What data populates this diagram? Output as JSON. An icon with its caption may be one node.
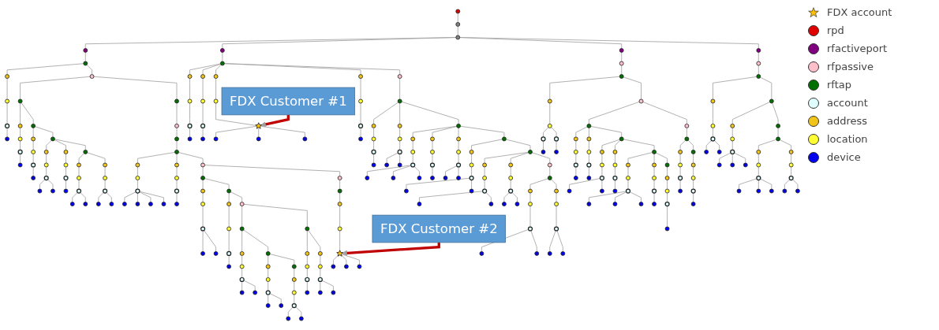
{
  "diagram": {
    "nodes": [
      {
        "text": [
          "FDX Customer #1"
        ]
      },
      {
        "text": [
          "FDX Customer #2"
        ]
      },
      {
        "text": [],
        "shape": "circle"
      },
      {
        "text": [],
        "shape": "circle"
      },
      {
        "text": [],
        "shape": "circle"
      },
      {
        "text": [],
        "shape": "circle"
      },
      {
        "text": [],
        "shape": "circle"
      },
      {
        "text": [],
        "shape": "circle"
      },
      {
        "text": [],
        "shape": "circle"
      },
      {
        "text": [],
        "shape": "circle"
      },
      {
        "text": [],
        "shape": "circle"
      },
      {
        "text": [],
        "shape": "circle"
      },
      {
        "text": [],
        "shape": "circle"
      },
      {
        "text": [],
        "shape": "circle"
      },
      {
        "text": [],
        "shape": "circle"
      },
      {
        "text": [],
        "shape": "circle"
      },
      {
        "text": [],
        "shape": "circle"
      },
      {
        "text": [],
        "shape": "circle"
      },
      {
        "text": [],
        "shape": "circle"
      },
      {
        "text": [],
        "shape": "circle"
      },
      {
        "text": [],
        "shape": "circle"
      },
      {
        "text": [],
        "shape": "circle"
      },
      {
        "text": [],
        "shape": "circle"
      },
      {
        "text": [],
        "shape": "circle"
      },
      {
        "text": [],
        "shape": "circle"
      },
      {
        "text": [],
        "shape": "circle"
      },
      {
        "text": [],
        "shape": "circle"
      },
      {
        "text": [],
        "shape": "circle"
      },
      {
        "text": [],
        "shape": "circle"
      },
      {
        "text": [],
        "shape": "circle"
      },
      {
        "text": [],
        "shape": "circle"
      },
      {
        "text": [],
        "shape": "circle"
      },
      {
        "text": [],
        "shape": "circle"
      },
      {
        "text": [],
        "shape": "circle"
      },
      {
        "text": [],
        "shape": "circle"
      },
      {
        "text": [],
        "shape": "circle"
      },
      {
        "text": [],
        "shape": "circle"
      },
      {
        "text": [],
        "shape": "circle"
      },
      {
        "text": [],
        "shape": "circle"
      },
      {
        "text": [],
        "shape": "circle"
      },
      {
        "text": [],
        "shape": "circle"
      },
      {
        "text": [],
        "shape": "circle"
      },
      {
        "text": [],
        "shape": "circle"
      },
      {
        "text": [],
        "shape": "circle"
      },
      {
        "text": [],
        "shape": "circle"
      },
      {
        "text": [],
        "shape": "circle"
      },
      {
        "text": [],
        "shape": "circle"
      },
      {
        "text": [],
        "shape": "circle"
      },
      {
        "text": [],
        "shape": "circle"
      },
      {
        "text": [],
        "shape": "circle"
      },
      {
        "text": [],
        "shape": "circle"
      },
      {
        "text": [],
        "shape": "circle"
      },
      {
        "text": [],
        "shape": "circle"
      },
      {
        "text": [],
        "shape": "circle"
      },
      {
        "text": [],
        "shape": "circle"
      },
      {
        "text": [],
        "shape": "circle"
      },
      {
        "text": [],
        "shape": "circle"
      },
      {
        "text": [],
        "shape": "circle"
      },
      {
        "text": [],
        "shape": "circle"
      },
      {
        "text": [],
        "shape": "circle"
      },
      {
        "text": [],
        "shape": "circle"
      },
      {
        "text": [],
        "shape": "circle"
      },
      {
        "text": [],
        "shape": "circle"
      },
      {
        "text": [],
        "shape": "circle"
      },
      {
        "text": [],
        "shape": "circle"
      },
      {
        "text": [],
        "shape": "circle"
      },
      {
        "text": [],
        "shape": "circle"
      },
      {
        "text": [],
        "shape": "circle"
      },
      {
        "text": [],
        "shape": "circle"
      },
      {
        "text": [],
        "shape": "circle"
      },
      {
        "text": [],
        "shape": "circle"
      },
      {
        "text": [],
        "shape": "circle"
      },
      {
        "text": [],
        "shape": "circle"
      },
      {
        "text": [],
        "shape": "circle"
      },
      {
        "text": [],
        "shape": "circle"
      },
      {
        "text": [],
        "shape": "circle"
      },
      {
        "text": [],
        "shape": "circle"
      },
      {
        "text": [],
        "shape": "circle"
      },
      {
        "text": [],
        "shape": "circle"
      },
      {
        "text": [],
        "shape": "circle"
      },
      {
        "text": [],
        "shape": "circle"
      },
      {
        "text": [],
        "shape": "circle"
      },
      {
        "text": [],
        "shape": "circle"
      },
      {
        "text": [],
        "shape": "circle"
      },
      {
        "text": [],
        "shape": "circle"
      },
      {
        "text": [],
        "shape": "circle"
      },
      {
        "text": [],
        "shape": "circle"
      },
      {
        "text": [],
        "shape": "circle"
      },
      {
        "text": [],
        "shape": "circle"
      },
      {
        "text": [],
        "shape": "circle"
      },
      {
        "text": [],
        "shape": "circle"
      },
      {
        "text": [],
        "shape": "circle"
      },
      {
        "text": [],
        "shape": "circle"
      },
      {
        "text": [],
        "shape": "circle"
      },
      {
        "text": [],
        "shape": "circle"
      },
      {
        "text": [],
        "shape": "circle"
      },
      {
        "text": [],
        "shape": "circle"
      },
      {
        "text": [],
        "shape": "circle"
      },
      {
        "text": [],
        "shape": "circle"
      },
      {
        "text": [],
        "shape": "circle"
      },
      {
        "text": [],
        "shape": "circle"
      },
      {
        "text": [],
        "shape": "circle"
      },
      {
        "text": [],
        "shape": "circle"
      },
      {
        "text": [],
        "shape": "circle"
      },
      {
        "text": [],
        "shape": "circle"
      },
      {
        "text": [],
        "shape": "circle"
      },
      {
        "text": [],
        "shape": "star"
      },
      {
        "text": [],
        "shape": "circle"
      },
      {
        "text": [],
        "shape": "circle"
      },
      {
        "text": [],
        "shape": "circle"
      },
      {
        "text": [],
        "shape": "circle"
      },
      {
        "text": [],
        "shape": "circle"
      },
      {
        "text": [],
        "shape": "circle"
      },
      {
        "text": [],
        "shape": "circle"
      },
      {
        "text": [],
        "shape": "circle"
      },
      {
        "text": [],
        "shape": "circle"
      },
      {
        "text": [],
        "shape": "circle"
      },
      {
        "text": [],
        "shape": "circle"
      },
      {
        "text": [],
        "shape": "circle"
      },
      {
        "text": [],
        "shape": "circle"
      },
      {
        "text": [],
        "shape": "circle"
      },
      {
        "text": [],
        "shape": "star"
      },
      {
        "text": [],
        "shape": "circle"
      },
      {
        "text": [],
        "shape": "circle"
      },
      {
        "text": [],
        "shape": "circle"
      },
      {
        "text": [],
        "shape": "circle"
      },
      {
        "text": [],
        "shape": "circle"
      },
      {
        "text": [],
        "shape": "circle"
      },
      {
        "text": [],
        "shape": "circle"
      },
      {
        "text": [],
        "shape": "circle"
      },
      {
        "text": [],
        "shape": "circle"
      },
      {
        "text": [],
        "shape": "circle"
      },
      {
        "text": [],
        "shape": "circle"
      },
      {
        "text": [],
        "shape": "circle"
      },
      {
        "text": [],
        "shape": "circle"
      },
      {
        "text": [],
        "shape": "circle"
      },
      {
        "text": [],
        "shape": "circle"
      },
      {
        "text": [],
        "shape": "circle"
      },
      {
        "text": [],
        "shape": "circle"
      },
      {
        "text": [],
        "shape": "circle"
      },
      {
        "text": [],
        "shape": "circle"
      },
      {
        "text": [],
        "shape": "circle"
      },
      {
        "text": [],
        "shape": "circle"
      },
      {
        "text": [],
        "shape": "circle"
      },
      {
        "text": [],
        "shape": "circle"
      },
      {
        "text": [],
        "shape": "circle"
      },
      {
        "text": [],
        "shape": "circle"
      },
      {
        "text": [],
        "shape": "circle"
      },
      {
        "text": [],
        "shape": "circle"
      },
      {
        "text": [],
        "shape": "circle"
      },
      {
        "text": [],
        "shape": "circle"
      },
      {
        "text": [],
        "shape": "circle"
      },
      {
        "text": [],
        "shape": "circle"
      },
      {
        "text": [],
        "shape": "circle"
      },
      {
        "text": [],
        "shape": "circle"
      },
      {
        "text": [],
        "shape": "circle"
      },
      {
        "text": [],
        "shape": "circle"
      },
      {
        "text": [],
        "shape": "circle"
      },
      {
        "text": [],
        "shape": "circle"
      },
      {
        "text": [],
        "shape": "circle"
      },
      {
        "text": [],
        "shape": "circle"
      },
      {
        "text": [],
        "shape": "circle"
      },
      {
        "text": [],
        "shape": "circle"
      },
      {
        "text": [],
        "shape": "circle"
      },
      {
        "text": [],
        "shape": "circle"
      },
      {
        "text": [],
        "shape": "circle"
      },
      {
        "text": [],
        "shape": "circle"
      },
      {
        "text": [],
        "shape": "circle"
      },
      {
        "text": [],
        "shape": "circle"
      },
      {
        "text": [],
        "shape": "circle"
      },
      {
        "text": [],
        "shape": "circle"
      },
      {
        "text": [],
        "shape": "circle"
      },
      {
        "text": [],
        "shape": "circle"
      },
      {
        "text": [],
        "shape": "circle"
      },
      {
        "text": [],
        "shape": "circle"
      },
      {
        "text": [],
        "shape": "circle"
      },
      {
        "text": [],
        "shape": "circle"
      },
      {
        "text": [],
        "shape": "circle"
      },
      {
        "text": [],
        "shape": "circle"
      },
      {
        "text": [],
        "shape": "circle"
      },
      {
        "text": [],
        "shape": "circle"
      },
      {
        "text": [],
        "shape": "circle"
      },
      {
        "text": [],
        "shape": "circle"
      },
      {
        "text": [],
        "shape": "circle"
      },
      {
        "text": [],
        "shape": "circle"
      },
      {
        "text": [],
        "shape": "circle"
      },
      {
        "text": [],
        "shape": "circle"
      },
      {
        "text": [],
        "shape": "circle"
      },
      {
        "text": [],
        "shape": "circle"
      },
      {
        "text": [],
        "shape": "circle"
      },
      {
        "text": [],
        "shape": "circle"
      },
      {
        "text": [],
        "shape": "circle"
      },
      {
        "text": [],
        "shape": "circle"
      },
      {
        "text": [],
        "shape": "circle"
      },
      {
        "text": [],
        "shape": "circle"
      },
      {
        "text": [],
        "shape": "circle"
      },
      {
        "text": [],
        "shape": "circle"
      },
      {
        "text": [],
        "shape": "circle"
      },
      {
        "text": [],
        "shape": "circle"
      },
      {
        "text": [],
        "shape": "circle"
      },
      {
        "text": [],
        "shape": "circle"
      },
      {
        "text": [],
        "shape": "circle"
      },
      {
        "text": [],
        "shape": "circle"
      },
      {
        "text": [],
        "shape": "circle"
      },
      {
        "text": [],
        "shape": "circle"
      },
      {
        "text": [],
        "shape": "circle"
      },
      {
        "text": [],
        "shape": "circle"
      },
      {
        "text": [],
        "shape": "circle"
      },
      {
        "text": [],
        "shape": "circle"
      },
      {
        "text": [],
        "shape": "circle"
      },
      {
        "text": [],
        "shape": "circle"
      },
      {
        "text": [],
        "shape": "circle"
      },
      {
        "text": [],
        "shape": "circle"
      },
      {
        "text": [],
        "shape": "circle"
      },
      {
        "text": [],
        "shape": "circle"
      },
      {
        "text": [],
        "shape": "circle"
      },
      {
        "text": [],
        "shape": "circle"
      },
      {
        "text": [],
        "shape": "circle"
      },
      {
        "text": [],
        "shape": "circle"
      },
      {
        "text": [],
        "shape": "circle"
      },
      {
        "text": [],
        "shape": "circle"
      },
      {
        "text": [],
        "shape": "circle"
      },
      {
        "text": [],
        "shape": "circle"
      },
      {
        "text": [],
        "shape": "circle"
      },
      {
        "text": [],
        "shape": "circle"
      },
      {
        "text": [],
        "shape": "circle"
      },
      {
        "text": [],
        "shape": "circle"
      },
      {
        "text": [],
        "shape": "circle"
      },
      {
        "text": [],
        "shape": "circle"
      },
      {
        "text": [],
        "shape": "circle"
      },
      {
        "text": [],
        "shape": "circle"
      },
      {
        "text": [],
        "shape": "circle"
      },
      {
        "text": [],
        "shape": "circle"
      },
      {
        "text": [],
        "shape": "circle"
      },
      {
        "text": [],
        "shape": "circle"
      },
      {
        "text": [],
        "shape": "circle"
      },
      {
        "text": [],
        "shape": "circle"
      },
      {
        "text": [],
        "shape": "circle"
      },
      {
        "text": [],
        "shape": "circle"
      },
      {
        "text": [],
        "shape": "circle"
      },
      {
        "text": [],
        "shape": "circle"
      },
      {
        "text": [],
        "shape": "circle"
      },
      {
        "text": [],
        "shape": "circle"
      },
      {
        "text": [],
        "shape": "circle"
      },
      {
        "text": [],
        "shape": "circle"
      },
      {
        "text": [],
        "shape": "circle"
      },
      {
        "text": [],
        "shape": "circle"
      },
      {
        "text": [],
        "shape": "circle"
      },
      {
        "text": [],
        "shape": "circle"
      },
      {
        "text": [],
        "shape": "circle"
      },
      {
        "text": [],
        "shape": "circle"
      },
      {
        "text": [],
        "shape": "circle"
      },
      {
        "text": [],
        "shape": "circle"
      },
      {
        "text": [],
        "shape": "circle"
      },
      {
        "text": [],
        "shape": "circle"
      },
      {
        "text": [],
        "shape": "circle"
      },
      {
        "text": [],
        "shape": "circle"
      },
      {
        "text": [],
        "shape": "circle"
      },
      {
        "text": [],
        "shape": "circle"
      },
      {
        "text": [],
        "shape": "circle"
      },
      {
        "text": [],
        "shape": "circle"
      },
      {
        "text": [],
        "shape": "circle"
      },
      {
        "text": [],
        "shape": "circle"
      },
      {
        "text": [],
        "shape": "circle"
      },
      {
        "text": [],
        "shape": "circle"
      },
      {
        "text": [],
        "shape": "circle"
      },
      {
        "text": [],
        "shape": "circle"
      }
    ],
    "edges": [
      {
        "from": 2,
        "to": 3,
        "arrow": "none"
      },
      {
        "from": 3,
        "to": 4,
        "arrow": "none"
      },
      {
        "from": 4,
        "to": 5,
        "arrow": "none"
      },
      {
        "from": 4,
        "to": 6,
        "arrow": "none"
      },
      {
        "from": 4,
        "to": 7,
        "arrow": "none"
      },
      {
        "from": 4,
        "to": 8,
        "arrow": "none"
      },
      {
        "from": 5,
        "to": 9,
        "arrow": "none"
      },
      {
        "from": 9,
        "to": 10,
        "arrow": "none"
      },
      {
        "from": 10,
        "to": 11,
        "arrow": "none"
      },
      {
        "from": 11,
        "to": 12,
        "arrow": "none"
      },
      {
        "from": 12,
        "to": 13,
        "arrow": "none"
      },
      {
        "from": 9,
        "to": 14,
        "arrow": "none"
      },
      {
        "from": 14,
        "to": 15,
        "arrow": "none"
      },
      {
        "from": 15,
        "to": 16,
        "arrow": "none"
      },
      {
        "from": 16,
        "to": 17,
        "arrow": "none"
      },
      {
        "from": 17,
        "to": 18,
        "arrow": "none"
      },
      {
        "from": 18,
        "to": 19,
        "arrow": "none"
      },
      {
        "from": 15,
        "to": 20,
        "arrow": "none"
      },
      {
        "from": 20,
        "to": 21,
        "arrow": "none"
      },
      {
        "from": 21,
        "to": 22,
        "arrow": "none"
      },
      {
        "from": 22,
        "to": 23,
        "arrow": "none"
      },
      {
        "from": 23,
        "to": 24,
        "arrow": "none"
      },
      {
        "from": 20,
        "to": 25,
        "arrow": "none"
      },
      {
        "from": 25,
        "to": 26,
        "arrow": "none"
      },
      {
        "from": 26,
        "to": 27,
        "arrow": "none"
      },
      {
        "from": 27,
        "to": 28,
        "arrow": "none"
      },
      {
        "from": 28,
        "to": 29,
        "arrow": "none"
      },
      {
        "from": 28,
        "to": 30,
        "arrow": "none"
      },
      {
        "from": 25,
        "to": 31,
        "arrow": "none"
      },
      {
        "from": 31,
        "to": 32,
        "arrow": "none"
      },
      {
        "from": 32,
        "to": 33,
        "arrow": "none"
      },
      {
        "from": 33,
        "to": 34,
        "arrow": "none"
      },
      {
        "from": 25,
        "to": 35,
        "arrow": "none"
      },
      {
        "from": 35,
        "to": 36,
        "arrow": "none"
      },
      {
        "from": 36,
        "to": 37,
        "arrow": "none"
      },
      {
        "from": 37,
        "to": 38,
        "arrow": "none"
      },
      {
        "from": 38,
        "to": 39,
        "arrow": "none"
      },
      {
        "from": 38,
        "to": 40,
        "arrow": "none"
      },
      {
        "from": 35,
        "to": 41,
        "arrow": "none"
      },
      {
        "from": 41,
        "to": 42,
        "arrow": "none"
      },
      {
        "from": 42,
        "to": 43,
        "arrow": "none"
      },
      {
        "from": 43,
        "to": 44,
        "arrow": "none"
      },
      {
        "from": 43,
        "to": 45,
        "arrow": "none"
      },
      {
        "from": 14,
        "to": 46,
        "arrow": "none"
      },
      {
        "from": 46,
        "to": 47,
        "arrow": "none"
      },
      {
        "from": 47,
        "to": 48,
        "arrow": "none"
      },
      {
        "from": 48,
        "to": 49,
        "arrow": "none"
      },
      {
        "from": 49,
        "to": 50,
        "arrow": "none"
      },
      {
        "from": 50,
        "to": 51,
        "arrow": "none"
      },
      {
        "from": 51,
        "to": 52,
        "arrow": "none"
      },
      {
        "from": 52,
        "to": 53,
        "arrow": "none"
      },
      {
        "from": 52,
        "to": 54,
        "arrow": "none"
      },
      {
        "from": 52,
        "to": 55,
        "arrow": "none"
      },
      {
        "from": 52,
        "to": 56,
        "arrow": "none"
      },
      {
        "from": 49,
        "to": 57,
        "arrow": "none"
      },
      {
        "from": 57,
        "to": 58,
        "arrow": "none"
      },
      {
        "from": 58,
        "to": 59,
        "arrow": "none"
      },
      {
        "from": 59,
        "to": 60,
        "arrow": "none"
      },
      {
        "from": 49,
        "to": 61,
        "arrow": "none"
      },
      {
        "from": 61,
        "to": 62,
        "arrow": "none"
      },
      {
        "from": 62,
        "to": 63,
        "arrow": "none"
      },
      {
        "from": 63,
        "to": 64,
        "arrow": "none"
      },
      {
        "from": 64,
        "to": 65,
        "arrow": "none"
      },
      {
        "from": 65,
        "to": 66,
        "arrow": "none"
      },
      {
        "from": 65,
        "to": 67,
        "arrow": "none"
      },
      {
        "from": 62,
        "to": 68,
        "arrow": "none"
      },
      {
        "from": 68,
        "to": 69,
        "arrow": "none"
      },
      {
        "from": 69,
        "to": 70,
        "arrow": "none"
      },
      {
        "from": 70,
        "to": 71,
        "arrow": "none"
      },
      {
        "from": 71,
        "to": 72,
        "arrow": "none"
      },
      {
        "from": 68,
        "to": 73,
        "arrow": "none"
      },
      {
        "from": 73,
        "to": 74,
        "arrow": "none"
      },
      {
        "from": 74,
        "to": 75,
        "arrow": "none"
      },
      {
        "from": 75,
        "to": 76,
        "arrow": "none"
      },
      {
        "from": 76,
        "to": 77,
        "arrow": "none"
      },
      {
        "from": 77,
        "to": 78,
        "arrow": "none"
      },
      {
        "from": 77,
        "to": 79,
        "arrow": "none"
      },
      {
        "from": 74,
        "to": 80,
        "arrow": "none"
      },
      {
        "from": 80,
        "to": 81,
        "arrow": "none"
      },
      {
        "from": 81,
        "to": 82,
        "arrow": "none"
      },
      {
        "from": 82,
        "to": 83,
        "arrow": "none"
      },
      {
        "from": 83,
        "to": 84,
        "arrow": "none"
      },
      {
        "from": 83,
        "to": 85,
        "arrow": "none"
      },
      {
        "from": 80,
        "to": 86,
        "arrow": "none"
      },
      {
        "from": 86,
        "to": 87,
        "arrow": "none"
      },
      {
        "from": 87,
        "to": 88,
        "arrow": "none"
      },
      {
        "from": 88,
        "to": 89,
        "arrow": "none"
      },
      {
        "from": 89,
        "to": 90,
        "arrow": "none"
      },
      {
        "from": 89,
        "to": 91,
        "arrow": "none"
      },
      {
        "from": 73,
        "to": 92,
        "arrow": "none"
      },
      {
        "from": 92,
        "to": 93,
        "arrow": "none"
      },
      {
        "from": 93,
        "to": 94,
        "arrow": "none"
      },
      {
        "from": 94,
        "to": 95,
        "arrow": "none"
      },
      {
        "from": 95,
        "to": 96,
        "arrow": "none"
      },
      {
        "from": 92,
        "to": 97,
        "arrow": "none"
      },
      {
        "from": 97,
        "to": 98,
        "arrow": "none"
      },
      {
        "from": 98,
        "to": 99,
        "arrow": "none"
      },
      {
        "from": 99,
        "to": 100,
        "arrow": "none"
      },
      {
        "from": 99,
        "to": 101,
        "arrow": "none"
      },
      {
        "from": 61,
        "to": 102,
        "arrow": "none"
      },
      {
        "from": 102,
        "to": 103,
        "arrow": "none"
      },
      {
        "from": 103,
        "to": 104,
        "arrow": "none"
      },
      {
        "from": 104,
        "to": 105,
        "arrow": "none"
      },
      {
        "from": 105,
        "to": 106,
        "arrow": "none"
      },
      {
        "from": 106,
        "to": 107,
        "arrow": "none"
      },
      {
        "from": 106,
        "to": 108,
        "arrow": "none"
      },
      {
        "from": 106,
        "to": 109,
        "arrow": "none"
      },
      {
        "from": 6,
        "to": 110,
        "arrow": "none"
      },
      {
        "from": 110,
        "to": 111,
        "arrow": "none"
      },
      {
        "from": 111,
        "to": 112,
        "arrow": "none"
      },
      {
        "from": 112,
        "to": 113,
        "arrow": "none"
      },
      {
        "from": 113,
        "to": 114,
        "arrow": "none"
      },
      {
        "from": 110,
        "to": 115,
        "arrow": "none"
      },
      {
        "from": 115,
        "to": 116,
        "arrow": "none"
      },
      {
        "from": 116,
        "to": 117,
        "arrow": "none"
      },
      {
        "from": 117,
        "to": 118,
        "arrow": "none"
      },
      {
        "from": 110,
        "to": 119,
        "arrow": "none"
      },
      {
        "from": 119,
        "to": 120,
        "arrow": "none"
      },
      {
        "from": 120,
        "to": 121,
        "arrow": "none"
      },
      {
        "from": 121,
        "to": 122,
        "arrow": "none"
      },
      {
        "from": 121,
        "to": 123,
        "arrow": "none"
      },
      {
        "from": 121,
        "to": 124,
        "arrow": "none"
      },
      {
        "from": 110,
        "to": 125,
        "arrow": "none"
      },
      {
        "from": 125,
        "to": 126,
        "arrow": "none"
      },
      {
        "from": 126,
        "to": 127,
        "arrow": "none"
      },
      {
        "from": 127,
        "to": 128,
        "arrow": "none"
      },
      {
        "from": 110,
        "to": 129,
        "arrow": "none"
      },
      {
        "from": 129,
        "to": 130,
        "arrow": "none"
      },
      {
        "from": 130,
        "to": 131,
        "arrow": "none"
      },
      {
        "from": 131,
        "to": 132,
        "arrow": "none"
      },
      {
        "from": 132,
        "to": 133,
        "arrow": "none"
      },
      {
        "from": 133,
        "to": 134,
        "arrow": "none"
      },
      {
        "from": 130,
        "to": 135,
        "arrow": "none"
      },
      {
        "from": 135,
        "to": 136,
        "arrow": "none"
      },
      {
        "from": 136,
        "to": 137,
        "arrow": "none"
      },
      {
        "from": 137,
        "to": 138,
        "arrow": "none"
      },
      {
        "from": 137,
        "to": 139,
        "arrow": "none"
      },
      {
        "from": 130,
        "to": 140,
        "arrow": "none"
      },
      {
        "from": 140,
        "to": 141,
        "arrow": "none"
      },
      {
        "from": 141,
        "to": 142,
        "arrow": "none"
      },
      {
        "from": 142,
        "to": 143,
        "arrow": "none"
      },
      {
        "from": 143,
        "to": 144,
        "arrow": "none"
      },
      {
        "from": 143,
        "to": 145,
        "arrow": "none"
      },
      {
        "from": 143,
        "to": 146,
        "arrow": "none"
      },
      {
        "from": 140,
        "to": 147,
        "arrow": "none"
      },
      {
        "from": 147,
        "to": 148,
        "arrow": "none"
      },
      {
        "from": 148,
        "to": 149,
        "arrow": "none"
      },
      {
        "from": 149,
        "to": 150,
        "arrow": "none"
      },
      {
        "from": 140,
        "to": 151,
        "arrow": "none"
      },
      {
        "from": 151,
        "to": 152,
        "arrow": "none"
      },
      {
        "from": 152,
        "to": 153,
        "arrow": "none"
      },
      {
        "from": 153,
        "to": 154,
        "arrow": "none"
      },
      {
        "from": 153,
        "to": 155,
        "arrow": "none"
      },
      {
        "from": 140,
        "to": 156,
        "arrow": "none"
      },
      {
        "from": 156,
        "to": 157,
        "arrow": "none"
      },
      {
        "from": 157,
        "to": 158,
        "arrow": "none"
      },
      {
        "from": 158,
        "to": 159,
        "arrow": "none"
      },
      {
        "from": 159,
        "to": 160,
        "arrow": "none"
      },
      {
        "from": 159,
        "to": 161,
        "arrow": "none"
      },
      {
        "from": 156,
        "to": 162,
        "arrow": "none"
      },
      {
        "from": 162,
        "to": 163,
        "arrow": "none"
      },
      {
        "from": 163,
        "to": 164,
        "arrow": "none"
      },
      {
        "from": 164,
        "to": 165,
        "arrow": "none"
      },
      {
        "from": 165,
        "to": 166,
        "arrow": "none"
      },
      {
        "from": 165,
        "to": 167,
        "arrow": "none"
      },
      {
        "from": 162,
        "to": 168,
        "arrow": "none"
      },
      {
        "from": 168,
        "to": 169,
        "arrow": "none"
      },
      {
        "from": 169,
        "to": 170,
        "arrow": "none"
      },
      {
        "from": 170,
        "to": 171,
        "arrow": "none"
      },
      {
        "from": 170,
        "to": 172,
        "arrow": "none"
      },
      {
        "from": 162,
        "to": 173,
        "arrow": "none"
      },
      {
        "from": 173,
        "to": 174,
        "arrow": "none"
      },
      {
        "from": 174,
        "to": 175,
        "arrow": "none"
      },
      {
        "from": 175,
        "to": 176,
        "arrow": "none"
      },
      {
        "from": 176,
        "to": 177,
        "arrow": "none"
      },
      {
        "from": 177,
        "to": 178,
        "arrow": "none"
      },
      {
        "from": 177,
        "to": 179,
        "arrow": "none"
      },
      {
        "from": 174,
        "to": 180,
        "arrow": "none"
      },
      {
        "from": 180,
        "to": 181,
        "arrow": "none"
      },
      {
        "from": 181,
        "to": 182,
        "arrow": "none"
      },
      {
        "from": 182,
        "to": 183,
        "arrow": "none"
      },
      {
        "from": 182,
        "to": 184,
        "arrow": "none"
      },
      {
        "from": 7,
        "to": 185,
        "arrow": "none"
      },
      {
        "from": 185,
        "to": 186,
        "arrow": "none"
      },
      {
        "from": 186,
        "to": 187,
        "arrow": "none"
      },
      {
        "from": 187,
        "to": 188,
        "arrow": "none"
      },
      {
        "from": 188,
        "to": 189,
        "arrow": "none"
      },
      {
        "from": 189,
        "to": 190,
        "arrow": "none"
      },
      {
        "from": 188,
        "to": 191,
        "arrow": "none"
      },
      {
        "from": 191,
        "to": 192,
        "arrow": "none"
      },
      {
        "from": 186,
        "to": 193,
        "arrow": "none"
      },
      {
        "from": 193,
        "to": 194,
        "arrow": "none"
      },
      {
        "from": 194,
        "to": 195,
        "arrow": "none"
      },
      {
        "from": 195,
        "to": 196,
        "arrow": "none"
      },
      {
        "from": 196,
        "to": 197,
        "arrow": "none"
      },
      {
        "from": 197,
        "to": 198,
        "arrow": "none"
      },
      {
        "from": 194,
        "to": 199,
        "arrow": "none"
      },
      {
        "from": 199,
        "to": 200,
        "arrow": "none"
      },
      {
        "from": 200,
        "to": 201,
        "arrow": "none"
      },
      {
        "from": 201,
        "to": 202,
        "arrow": "none"
      },
      {
        "from": 194,
        "to": 203,
        "arrow": "none"
      },
      {
        "from": 203,
        "to": 204,
        "arrow": "none"
      },
      {
        "from": 204,
        "to": 205,
        "arrow": "none"
      },
      {
        "from": 205,
        "to": 206,
        "arrow": "none"
      },
      {
        "from": 206,
        "to": 207,
        "arrow": "none"
      },
      {
        "from": 206,
        "to": 208,
        "arrow": "none"
      },
      {
        "from": 203,
        "to": 209,
        "arrow": "none"
      },
      {
        "from": 209,
        "to": 210,
        "arrow": "none"
      },
      {
        "from": 210,
        "to": 211,
        "arrow": "none"
      },
      {
        "from": 211,
        "to": 212,
        "arrow": "none"
      },
      {
        "from": 203,
        "to": 213,
        "arrow": "none"
      },
      {
        "from": 213,
        "to": 214,
        "arrow": "none"
      },
      {
        "from": 214,
        "to": 215,
        "arrow": "none"
      },
      {
        "from": 215,
        "to": 216,
        "arrow": "none"
      },
      {
        "from": 216,
        "to": 217,
        "arrow": "none"
      },
      {
        "from": 216,
        "to": 218,
        "arrow": "none"
      },
      {
        "from": 216,
        "to": 219,
        "arrow": "none"
      },
      {
        "from": 213,
        "to": 220,
        "arrow": "none"
      },
      {
        "from": 220,
        "to": 221,
        "arrow": "none"
      },
      {
        "from": 221,
        "to": 222,
        "arrow": "none"
      },
      {
        "from": 222,
        "to": 223,
        "arrow": "none"
      },
      {
        "from": 213,
        "to": 224,
        "arrow": "none"
      },
      {
        "from": 224,
        "to": 225,
        "arrow": "none"
      },
      {
        "from": 225,
        "to": 226,
        "arrow": "none"
      },
      {
        "from": 226,
        "to": 227,
        "arrow": "none"
      },
      {
        "from": 227,
        "to": 228,
        "arrow": "none"
      },
      {
        "from": 193,
        "to": 229,
        "arrow": "none"
      },
      {
        "from": 229,
        "to": 230,
        "arrow": "none"
      },
      {
        "from": 230,
        "to": 231,
        "arrow": "none"
      },
      {
        "from": 231,
        "to": 232,
        "arrow": "none"
      },
      {
        "from": 232,
        "to": 233,
        "arrow": "none"
      },
      {
        "from": 233,
        "to": 234,
        "arrow": "none"
      },
      {
        "from": 230,
        "to": 235,
        "arrow": "none"
      },
      {
        "from": 235,
        "to": 236,
        "arrow": "none"
      },
      {
        "from": 236,
        "to": 237,
        "arrow": "none"
      },
      {
        "from": 237,
        "to": 238,
        "arrow": "none"
      },
      {
        "from": 238,
        "to": 239,
        "arrow": "none"
      },
      {
        "from": 8,
        "to": 240,
        "arrow": "none"
      },
      {
        "from": 240,
        "to": 241,
        "arrow": "none"
      },
      {
        "from": 241,
        "to": 242,
        "arrow": "none"
      },
      {
        "from": 242,
        "to": 243,
        "arrow": "none"
      },
      {
        "from": 243,
        "to": 244,
        "arrow": "none"
      },
      {
        "from": 244,
        "to": 245,
        "arrow": "none"
      },
      {
        "from": 244,
        "to": 246,
        "arrow": "none"
      },
      {
        "from": 241,
        "to": 247,
        "arrow": "none"
      },
      {
        "from": 247,
        "to": 248,
        "arrow": "none"
      },
      {
        "from": 248,
        "to": 249,
        "arrow": "none"
      },
      {
        "from": 249,
        "to": 250,
        "arrow": "none"
      },
      {
        "from": 250,
        "to": 251,
        "arrow": "none"
      },
      {
        "from": 250,
        "to": 252,
        "arrow": "none"
      },
      {
        "from": 250,
        "to": 253,
        "arrow": "none"
      },
      {
        "from": 247,
        "to": 254,
        "arrow": "none"
      },
      {
        "from": 254,
        "to": 255,
        "arrow": "none"
      },
      {
        "from": 255,
        "to": 256,
        "arrow": "none"
      },
      {
        "from": 256,
        "to": 257,
        "arrow": "none"
      },
      {
        "from": 257,
        "to": 258,
        "arrow": "none"
      },
      {
        "from": 258,
        "to": 259,
        "arrow": "none"
      },
      {
        "from": 258,
        "to": 260,
        "arrow": "none"
      },
      {
        "from": 258,
        "to": 261,
        "arrow": "none"
      },
      {
        "from": 255,
        "to": 262,
        "arrow": "none"
      },
      {
        "from": 262,
        "to": 263,
        "arrow": "none"
      },
      {
        "from": 263,
        "to": 264,
        "arrow": "none"
      },
      {
        "from": 264,
        "to": 265,
        "arrow": "none"
      },
      {
        "from": 264,
        "to": 266,
        "arrow": "none"
      },
      {
        "from": 0,
        "to": 121,
        "arrow": "to",
        "style": "thick",
        "color": "#c00000"
      },
      {
        "from": 1,
        "to": 106,
        "arrow": "to",
        "style": "thick",
        "color": "#c00000"
      }
    ],
    "legend": [
      {
        "text": "FDX account",
        "color": "#ffc000"
      },
      {
        "text": "rpd",
        "color": "#e00000"
      },
      {
        "text": "rfactiveport",
        "color": "#800080"
      },
      {
        "text": "rfpassive",
        "color": "#ffc0cb"
      },
      {
        "text": "rftap",
        "color": "#007000"
      },
      {
        "text": "account",
        "color": "#e0ffff"
      },
      {
        "text": "address",
        "color": "#f0c419"
      },
      {
        "text": "location",
        "color": "#ffff33"
      },
      {
        "text": "device",
        "color": "#0000ee"
      }
    ]
  }
}
